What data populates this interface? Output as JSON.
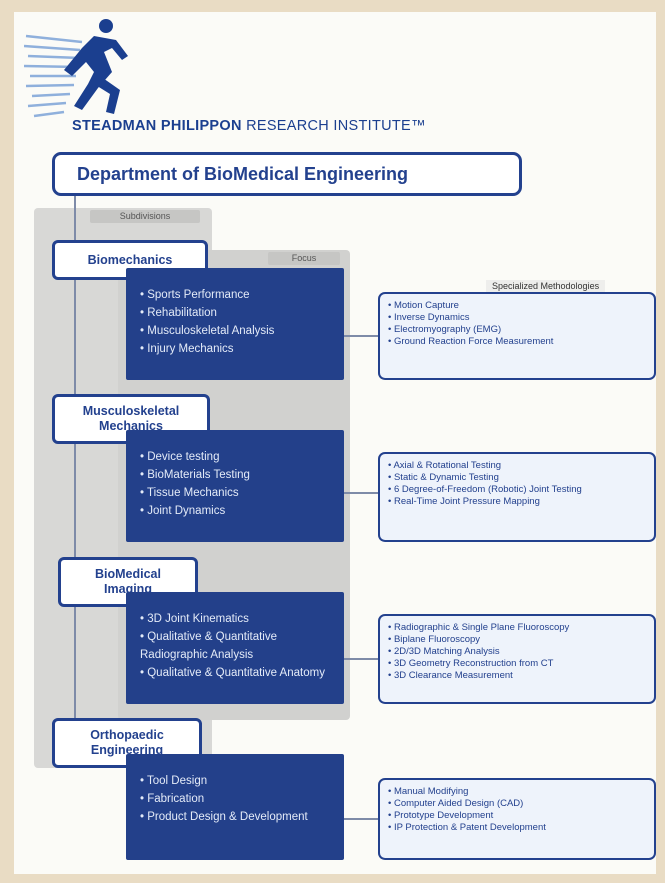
{
  "header": {
    "logo_brand": "STEADMAN PHILIPPON",
    "logo_suffix": "RESEARCH INSTITUTE™",
    "department_title": "Department of BioMedical Engineering"
  },
  "column_labels": {
    "subdivisions": "Subdivisions",
    "focus": "Focus",
    "methodologies": "Specialized Methodologies"
  },
  "subdivisions": [
    {
      "name": "Biomechanics",
      "focus": [
        "Sports Performance",
        "Rehabilitation",
        "Musculoskeletal Analysis",
        "Injury Mechanics"
      ],
      "methodologies": [
        "Motion Capture",
        "Inverse Dynamics",
        "Electromyography (EMG)",
        "Ground Reaction Force Measurement"
      ]
    },
    {
      "name": "Musculoskeletal Mechanics",
      "focus": [
        "Device testing",
        "BioMaterials Testing",
        "Tissue Mechanics",
        "Joint Dynamics"
      ],
      "methodologies": [
        "Axial & Rotational Testing",
        "Static & Dynamic Testing",
        "6 Degree-of-Freedom (Robotic) Joint Testing",
        "Real-Time Joint Pressure Mapping"
      ]
    },
    {
      "name": "BioMedical Imaging",
      "focus": [
        "3D Joint Kinematics",
        "Qualitative & Quantitative Radiographic Analysis",
        "Qualitative & Quantitative Anatomy"
      ],
      "methodologies": [
        "Radiographic & Single Plane Fluoroscopy",
        "Biplane Fluoroscopy",
        "2D/3D Matching Analysis",
        "3D Geometry Reconstruction from CT",
        "3D Clearance Measurement"
      ]
    },
    {
      "name": "Orthopaedic Engineering",
      "focus": [
        "Tool Design",
        "Fabrication",
        "Product Design & Development"
      ],
      "methodologies": [
        "Manual Modifying",
        "Computer Aided Design (CAD)",
        "Prototype Development",
        "IP Protection & Patent Development"
      ]
    }
  ],
  "colors": {
    "navy": "#23408a",
    "border": "#23418e",
    "gray_column": "#d8d8d6"
  },
  "icons": {
    "logo": "running-athlete-icon"
  }
}
